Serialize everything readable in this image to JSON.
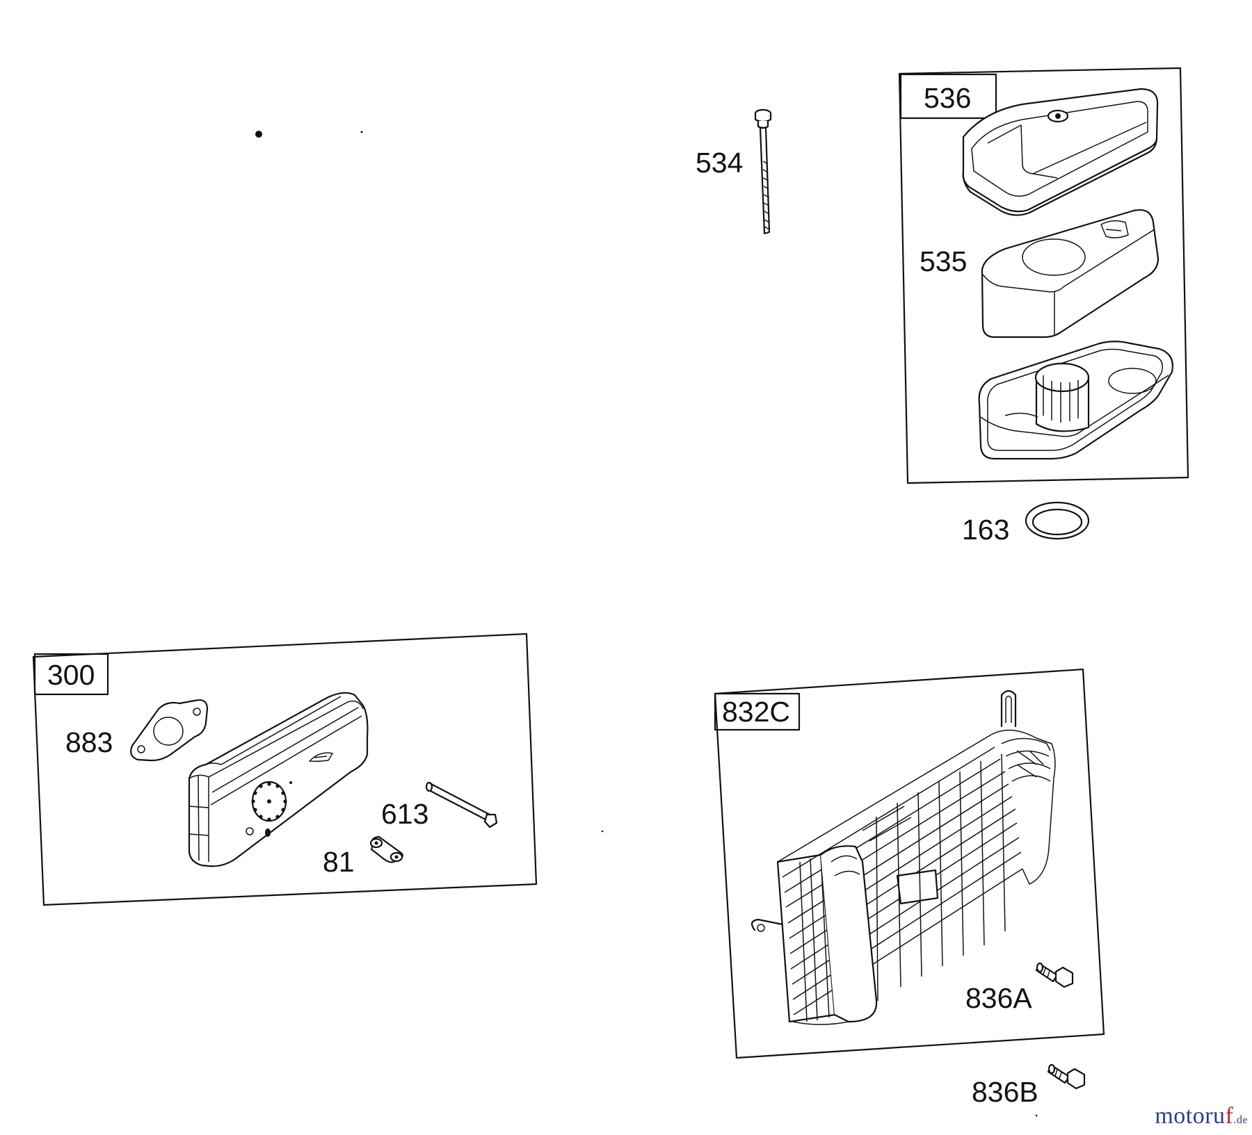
{
  "parts": {
    "p534": "534",
    "p536": "536",
    "p535": "535",
    "p163": "163",
    "p300": "300",
    "p883": "883",
    "p613": "613",
    "p81": "81",
    "p832c": "832C",
    "p836a": "836A",
    "p836b": "836B"
  },
  "watermark": {
    "main": "motoru",
    "accent": "f",
    "tld": ".de"
  },
  "colors": {
    "line": "#111111",
    "brand": "#2a3f8f",
    "brand_accent": "#c0282d"
  }
}
